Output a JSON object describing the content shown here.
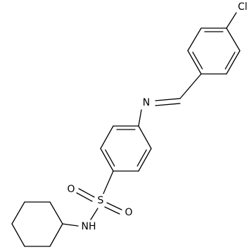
{
  "atoms": {
    "chlorine": "Cl",
    "imine_nitrogen": "N",
    "sulfur": "S",
    "oxygen_left": "O",
    "oxygen_right": "O",
    "amine": "NH"
  }
}
